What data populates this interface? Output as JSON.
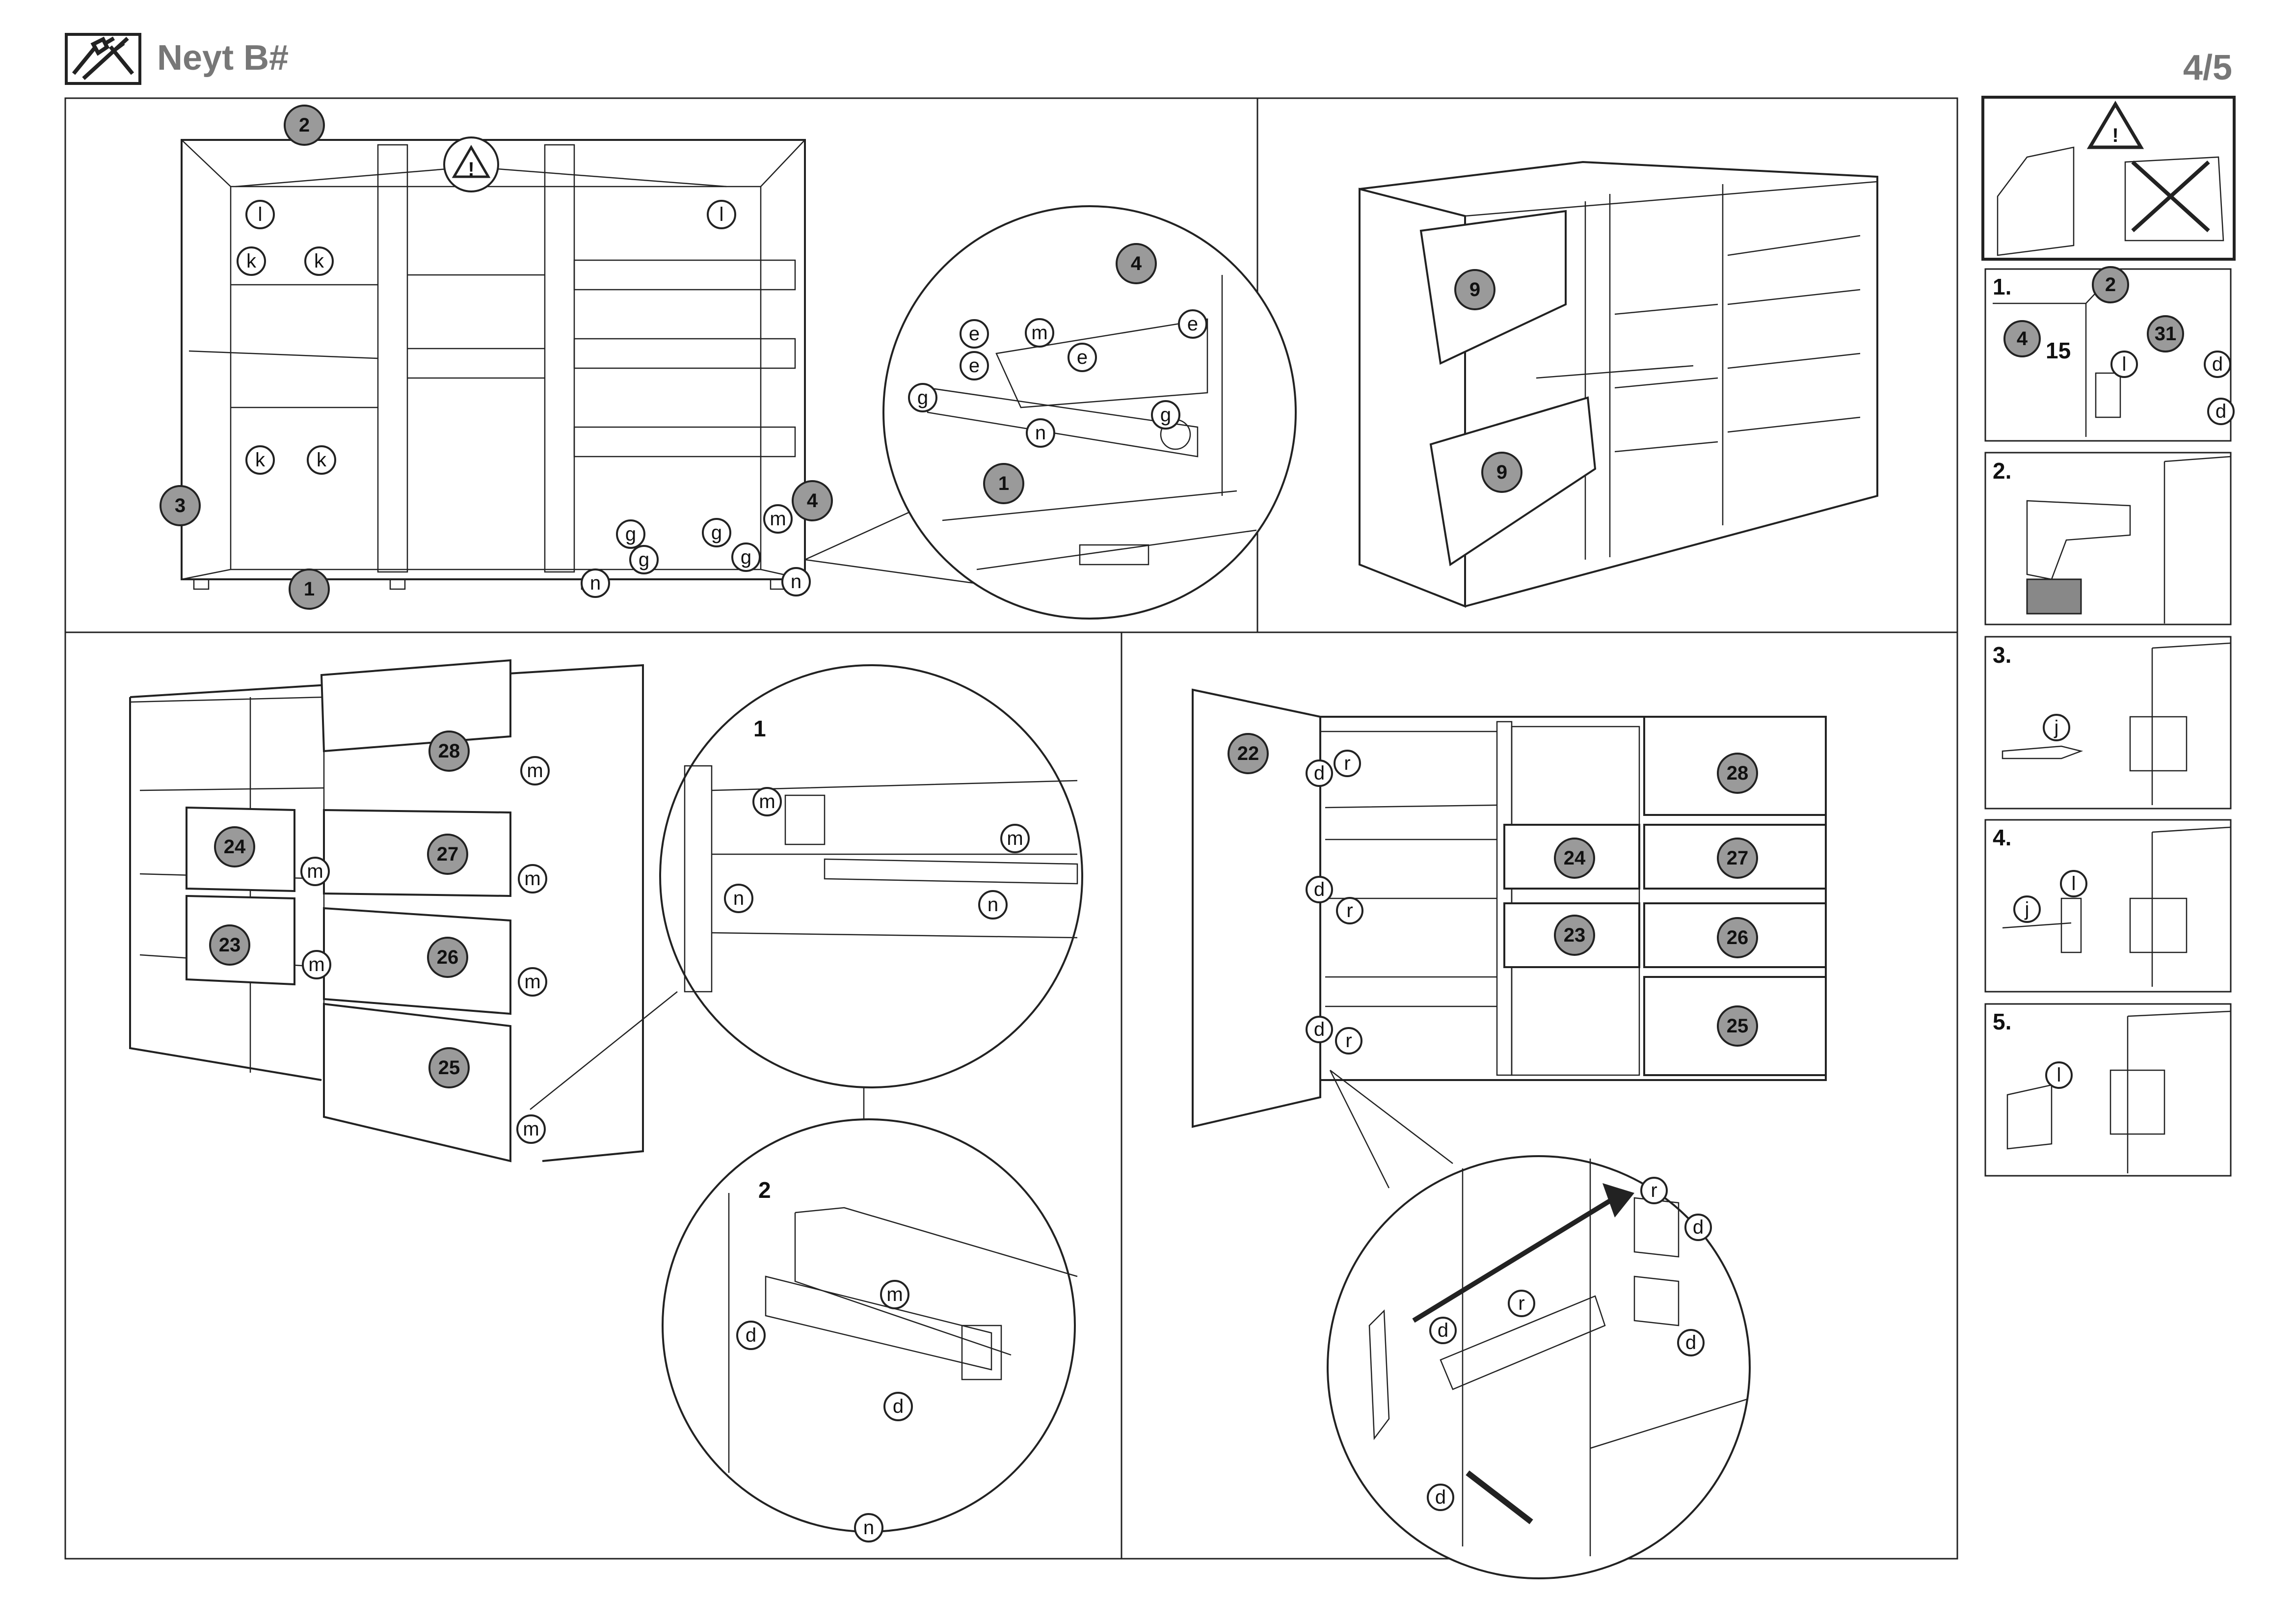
{
  "header": {
    "title": "Neyt B#",
    "page_number": "4/5",
    "icon": "tools-icon"
  },
  "panels": {
    "panel1": {
      "part_numbers": [
        "2",
        "3",
        "1",
        "4"
      ],
      "letters": [
        "l",
        "l",
        "k",
        "k",
        "k",
        "k",
        "g",
        "g",
        "g",
        "g",
        "m",
        "n",
        "n"
      ],
      "zoom_parts": [
        "4",
        "1"
      ],
      "zoom_letters": [
        "e",
        "e",
        "m",
        "e",
        "e",
        "g",
        "g",
        "n"
      ]
    },
    "panel2": {
      "part_numbers": [
        "9",
        "9"
      ]
    },
    "panel3": {
      "part_numbers": [
        "28",
        "24",
        "27",
        "23",
        "26",
        "25"
      ],
      "letters": [
        "m",
        "m",
        "m",
        "m",
        "m",
        "m"
      ],
      "zoom1": {
        "step": "1",
        "letters": [
          "m",
          "m",
          "n",
          "n"
        ]
      },
      "zoom2": {
        "step": "2",
        "letters": [
          "m",
          "d",
          "d",
          "n"
        ]
      }
    },
    "panel4": {
      "part_numbers": [
        "22",
        "28",
        "24",
        "27",
        "23",
        "26",
        "25"
      ],
      "letters": [
        "d",
        "r",
        "d",
        "r",
        "d",
        "r"
      ],
      "zoom_letters": [
        "r",
        "d",
        "d",
        "r",
        "d",
        "d"
      ]
    }
  },
  "sidebar": {
    "warning_icon": "warning-triangle-icon",
    "steps": [
      {
        "label": "1.",
        "parts": [
          "2",
          "4",
          "31"
        ],
        "measure": "15",
        "letters": [
          "l",
          "d",
          "d"
        ]
      },
      {
        "label": "2."
      },
      {
        "label": "3.",
        "letters": [
          "j"
        ]
      },
      {
        "label": "4.",
        "letters": [
          "l",
          "j"
        ]
      },
      {
        "label": "5.",
        "letters": [
          "l"
        ]
      }
    ]
  }
}
